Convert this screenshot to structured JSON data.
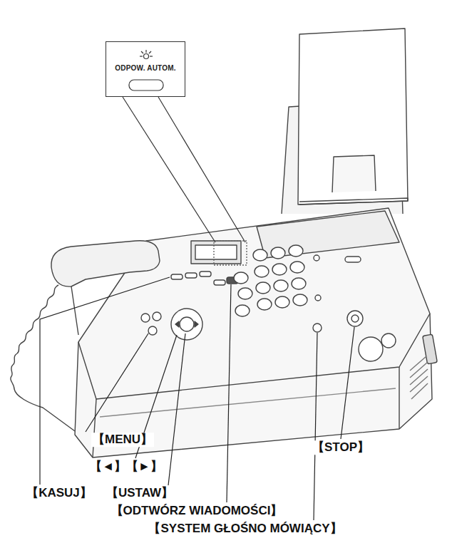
{
  "diagram": {
    "nodes": [
      {
        "text": [
          "ODPOW. AUTOM."
        ]
      }
    ],
    "labels": [
      "【MENU】",
      "【◄】【►】",
      "【STOP】",
      "【KASUJ】",
      "【USTAW】",
      "【ODTWÓRZ WIADOMOŚCI】",
      "【SYSTEM GŁOŚNO MÓWIĄCY】"
    ]
  }
}
